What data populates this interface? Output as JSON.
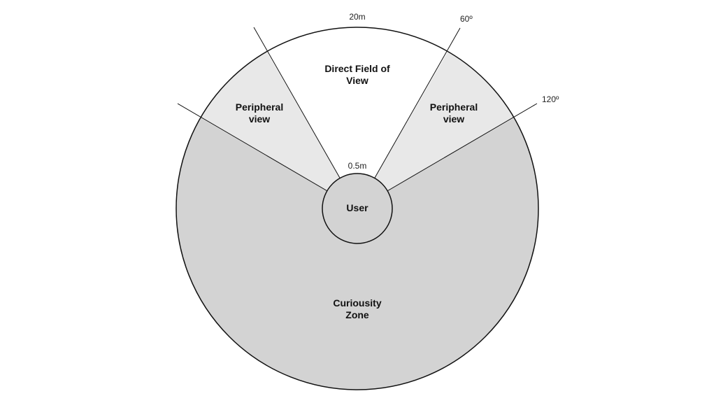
{
  "diagram": {
    "colors": {
      "background": "#ffffff",
      "direct_zone": "#ffffff",
      "peripheral_zone": "#e8e8e8",
      "curiosity_zone": "#d3d3d3",
      "user_circle": "#d3d3d3",
      "stroke": "#111111"
    },
    "labels": {
      "outer_radius": "20m",
      "angle_60": "60º",
      "angle_120": "120º",
      "inner_radius": "0.5m",
      "direct_line1": "Direct Field of",
      "direct_line2": "View",
      "peripheral_left_line1": "Peripheral",
      "peripheral_left_line2": "view",
      "peripheral_right_line1": "Peripheral",
      "peripheral_right_line2": "view",
      "user": "User",
      "curiosity_line1": "Curiousity",
      "curiosity_line2": "Zone"
    }
  }
}
